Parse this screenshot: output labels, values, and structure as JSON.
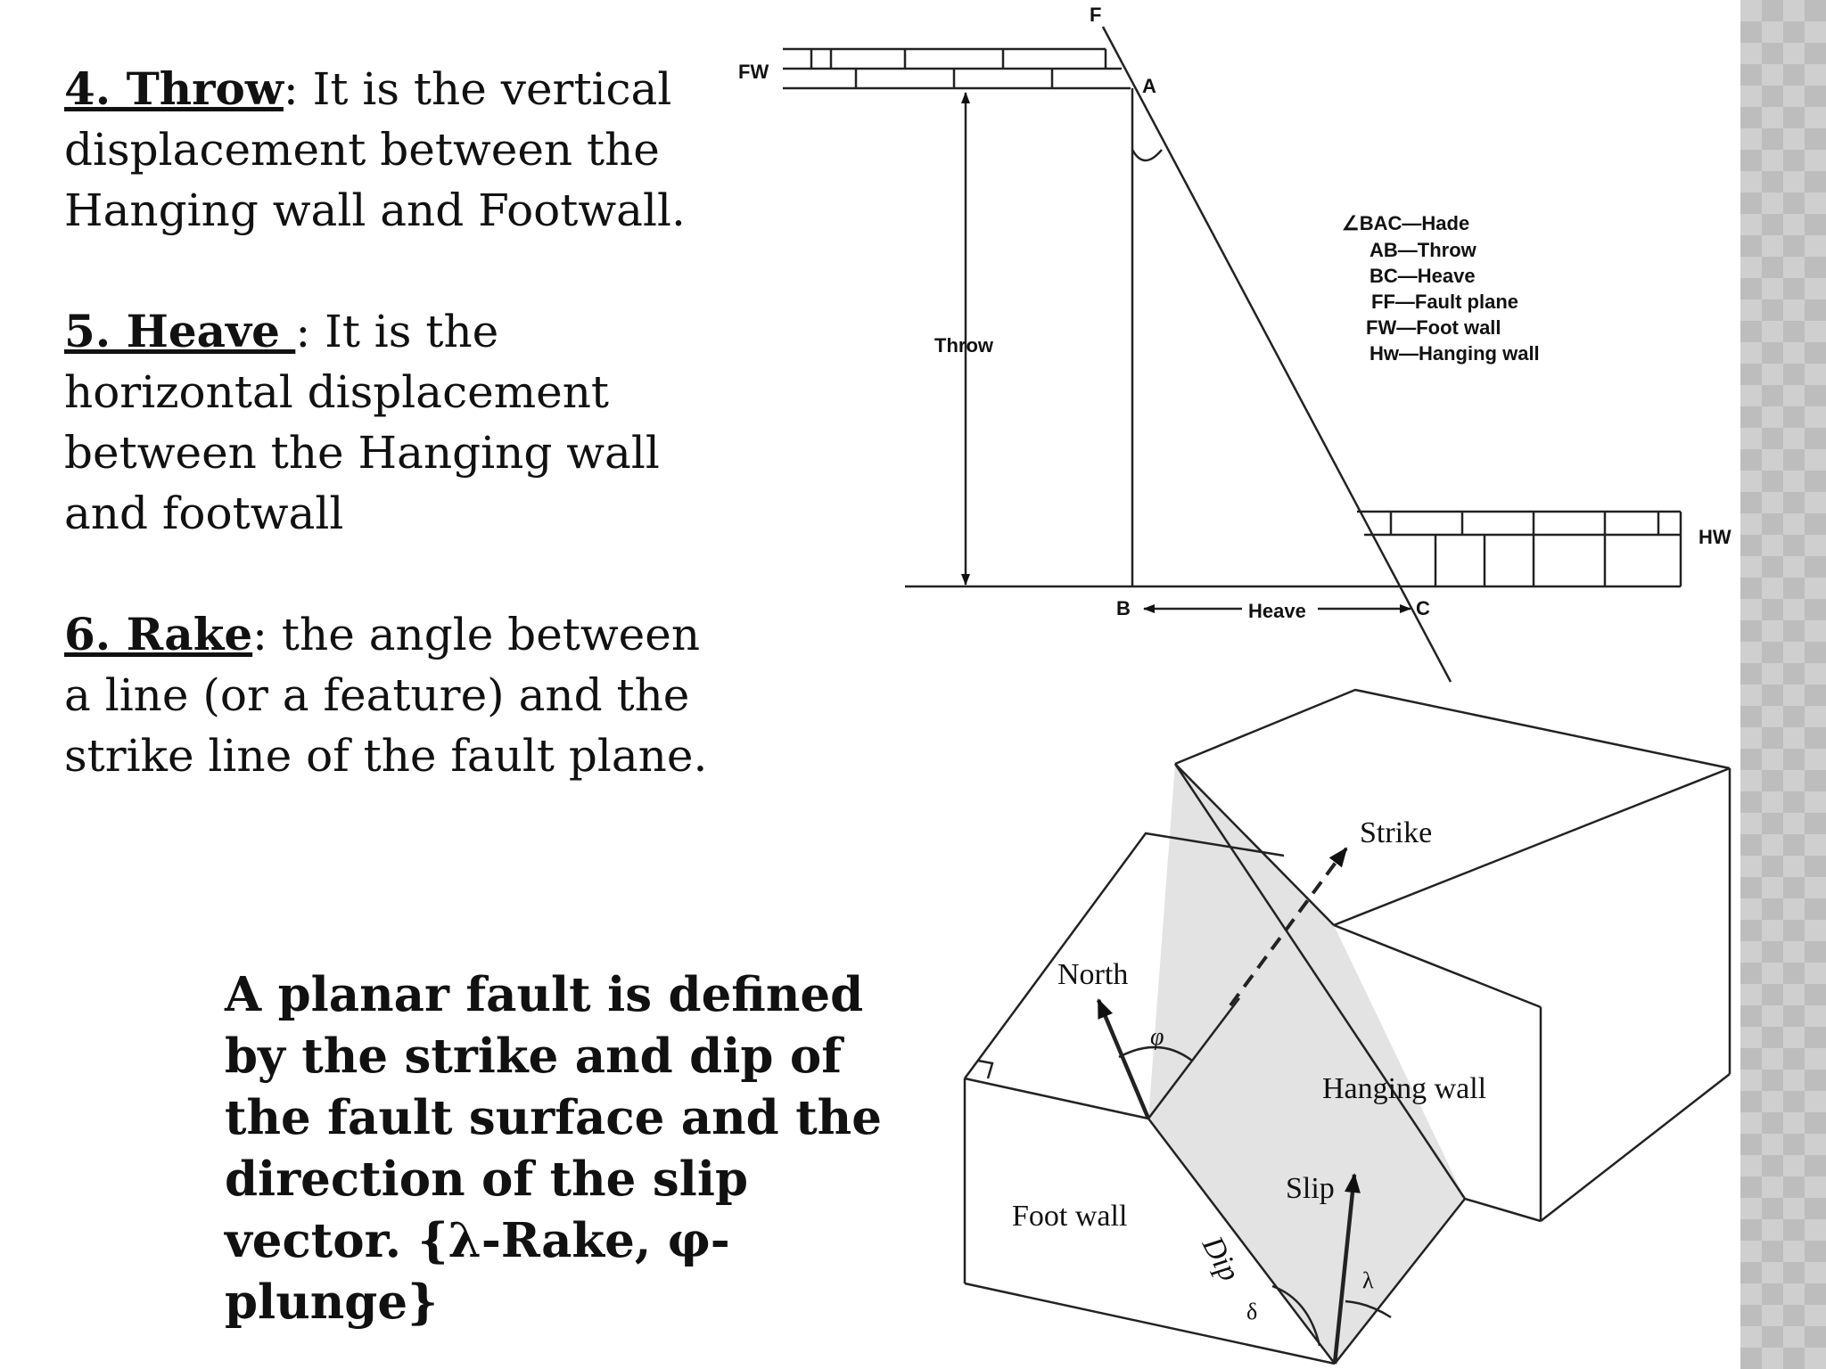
{
  "definitions": [
    {
      "term": "4. Throw",
      "text": ": It is the vertical displacement between the Hanging wall and Footwall."
    },
    {
      "term": "5. Heave ",
      "text": ": It is the horizontal displacement between the Hanging wall and footwall"
    },
    {
      "term": "6. Rake",
      "text": ": the angle between a line (or a feature) and the strike line of the fault plane."
    }
  ],
  "summary": "A planar fault is defined by the strike and dip of the fault surface and the direction of the slip vector. {λ-Rake, φ-plunge}",
  "top_diagram": {
    "labels": {
      "F": "F",
      "FW": "FW",
      "A": "A",
      "B": "B",
      "C": "C",
      "HW": "HW",
      "throw": "Throw",
      "heave": "Heave"
    },
    "legend": [
      "∠BAC—Hade",
      "AB—Throw",
      "BC—Heave",
      "FF—Fault plane",
      "FW—Foot wall",
      "Hw—Hanging wall"
    ]
  },
  "bottom_diagram": {
    "labels": {
      "strike": "Strike",
      "north": "North",
      "phi": "φ",
      "hanging_wall": "Hanging wall",
      "foot_wall": "Foot wall",
      "slip": "Slip",
      "dip": "Dip",
      "delta": "δ",
      "lambda": "λ"
    }
  }
}
